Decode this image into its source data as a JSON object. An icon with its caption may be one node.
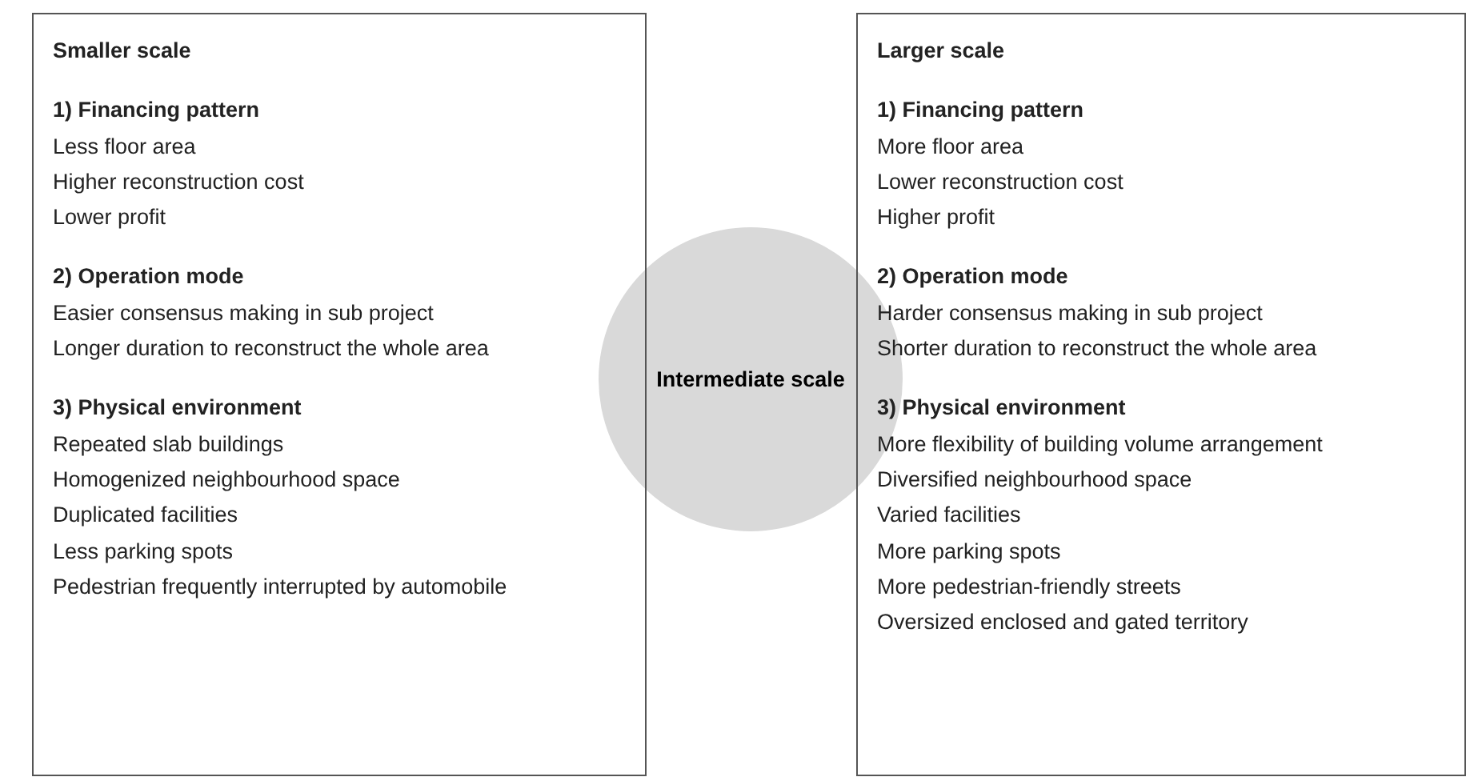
{
  "diagram": {
    "nodes": [
      {
        "text": [
          "Smaller scale",
          "1) Financing pattern",
          "Less floor area",
          "Higher reconstruction cost",
          "Lower profit",
          "2) Operation mode",
          "Easier consensus making in sub project",
          "Longer duration to reconstruct the whole area",
          "3) Physical environment",
          "Repeated slab buildings",
          "Homogenized neighbourhood space",
          "Duplicated facilities",
          "Less parking spots",
          "Pedestrian frequently interrupted by automobile"
        ]
      },
      {
        "text": [
          "Intermediate scale"
        ]
      },
      {
        "text": [
          "Larger scale",
          "1) Financing pattern",
          "More floor area",
          "Lower reconstruction cost",
          "Higher profit",
          "2) Operation mode",
          "Harder consensus making in sub project",
          "Shorter duration to reconstruct the whole area",
          "3) Physical environment",
          "More flexibility of building volume arrangement",
          "Diversified neighbourhood space",
          "Varied facilities",
          "More parking spots",
          "More pedestrian-friendly streets",
          "Oversized enclosed and gated territory"
        ]
      }
    ]
  }
}
